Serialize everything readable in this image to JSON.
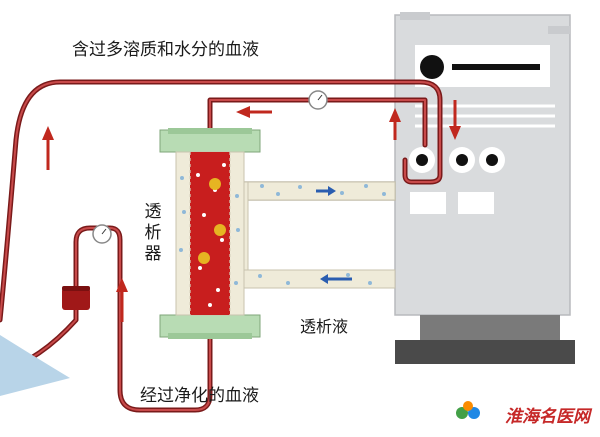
{
  "labels": {
    "blood_in": "含过多溶质和水分的血液",
    "blood_out": "经过净化的血液",
    "dialyzer_chars": [
      "透",
      "析",
      "器"
    ],
    "dialysate": "透析液"
  },
  "watermark": {
    "text": "淮海名医网"
  },
  "colors": {
    "blood_tube": "#7a1a1a",
    "blood": "#c81e1e",
    "arrow_red": "#c0281e",
    "arrow_blue": "#2a5db0",
    "dialysate_fill": "#efebd9",
    "machine_body": "#d9dbdd",
    "machine_dark": "#4a4a4a",
    "dialyzer_cap": "#b8dcb4"
  }
}
